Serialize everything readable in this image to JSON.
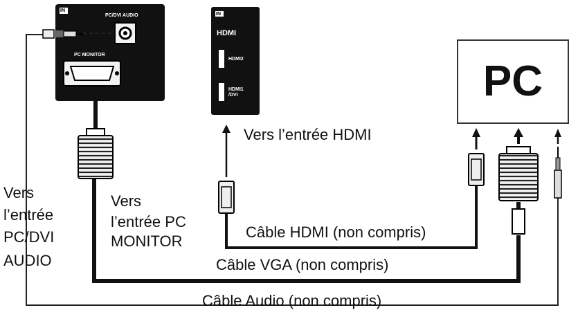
{
  "tv_panel_left": {
    "in_tag": "IN",
    "audio_port_label": "PC/DVI AUDIO",
    "vga_port_label": "PC MONITOR"
  },
  "tv_panel_hdmi": {
    "in_tag": "IN",
    "logo": "HDMI",
    "port1_label": "HDMI2",
    "port2_label_line1": "HDMI1",
    "port2_label_line2": "/DVI"
  },
  "pc_box": {
    "label": "PC"
  },
  "labels": {
    "to_hdmi_input": "Vers l’entrée HDMI",
    "to_pc_dvi_audio": [
      "Vers",
      "l’entrée",
      "PC/DVI",
      "AUDIO"
    ],
    "to_pc_monitor": [
      "Vers",
      "l’entrée PC",
      "MONITOR"
    ],
    "hdmi_cable": "Câble HDMI (non compris)",
    "vga_cable": "Câble VGA (non compris)",
    "audio_cable": "Câble Audio (non compris)"
  },
  "colors": {
    "panel": "#111111",
    "cable": "#111111",
    "background": "#ffffff"
  }
}
